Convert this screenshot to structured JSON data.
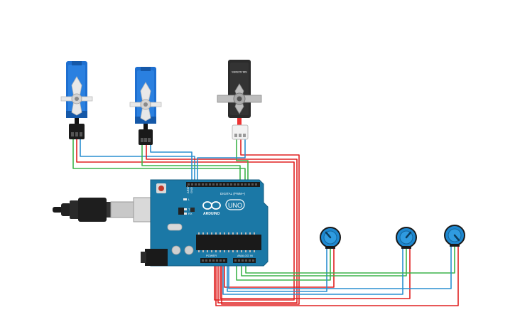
{
  "board": {
    "logo_text": "ARDUINO",
    "model_text": "UNO",
    "digital_label": "DIGITAL (PWM~)",
    "power_label": "POWER",
    "analog_label": "ANALOG IN",
    "l_label": "L",
    "tx_label": "TX",
    "rx_label": "RX",
    "aref_label": "AREF",
    "gnd_label": "GND"
  },
  "servos": [
    {
      "name": "micro-servo-1",
      "model_text": ""
    },
    {
      "name": "micro-servo-2",
      "model_text": ""
    },
    {
      "name": "standard-servo",
      "model_text": "SM-S2309S"
    }
  ],
  "colors": {
    "wire_red": "#e02020",
    "wire_green": "#3db34a",
    "wire_blue": "#2a8fd0",
    "wire_black": "#222222",
    "board_teal": "#1b78a6",
    "servo_blue": "#1e6fd0",
    "servo_dark": "#2b2b2b",
    "pot_blue": "#1e88d0"
  },
  "icons": [
    "usb-cable-icon",
    "arduino-infinity-logo-icon",
    "potentiometer-icon",
    "servo-icon"
  ]
}
